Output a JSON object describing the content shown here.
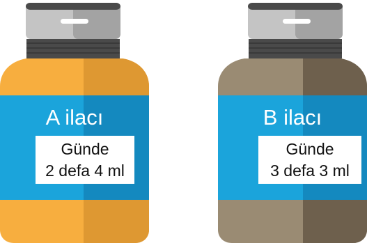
{
  "medicines": [
    {
      "name": "A ilacı",
      "dose_line1": "Günde",
      "dose_line2": "2 defa 4 ml",
      "colors": {
        "body_light": "#F7AE3F",
        "body_dark": "#DE9832",
        "label_light": "#1BA4DB",
        "label_dark": "#1489BF"
      }
    },
    {
      "name": "B ilacı",
      "dose_line1": "Günde",
      "dose_line2": "3 defa 3 ml",
      "colors": {
        "body_light": "#9A8B73",
        "body_dark": "#6E604D",
        "label_light": "#1BA4DB",
        "label_dark": "#1489BF"
      }
    }
  ],
  "cap_colors": {
    "light": "#C9C9C9",
    "dark": "#8F8F8F",
    "ribbed": "#4A4A4A"
  }
}
